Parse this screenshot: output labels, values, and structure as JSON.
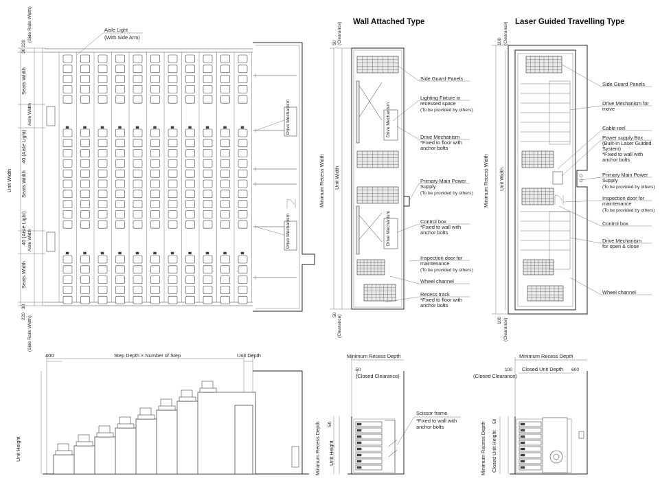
{
  "headers": {
    "wall_attached": "Wall Attached Type",
    "laser_guided": "Laser Guided Travelling Type"
  },
  "plan_left": {
    "aisle_light": "Aisle Light",
    "aisle_light_sub": "(With Side Arm)",
    "side_rails_width_top": "(Side Rails Width)",
    "side_rails_width_bottom": "(Side Rails Width)",
    "dim_top_a": "220",
    "dim_top_b": "30",
    "dim_bot_a": "30",
    "dim_bot_b": "220",
    "seats_width_1": "Seats Width",
    "aisle_width_1": "Aisle Width",
    "aisle_light_dim_1": "40 (Aisle Light)",
    "seats_width_2": "Seats Width",
    "aisle_light_dim_2": "40 (Aisle Light)",
    "aisle_width_2": "Aisle Width",
    "seats_width_3": "Seats Width",
    "unit_width": "Unit Width",
    "drive_mechanism_1": "Drive Mechanism",
    "drive_mechanism_2": "Drive Mechanism"
  },
  "plan_mid": {
    "clearance_top": "(Clearance)",
    "clearance_top_val": "50",
    "clearance_bot": "(Clearance)",
    "clearance_bot_val": "50",
    "min_recess_width": "Minimum Recess Width",
    "unit_width": "Unit Width",
    "drive_label_1": "Drive Mechanism",
    "drive_label_2": "Drive Mechanism",
    "callouts": [
      {
        "lines": [
          "Side Guard Panels"
        ]
      },
      {
        "lines": [
          "Lighting Fixture in",
          "recessed space"
        ],
        "note": "(To be provided by others)"
      },
      {
        "lines": [
          "Drive Mechanism"
        ],
        "note2": [
          "*Fixed to floor with",
          "anchor bolts"
        ]
      },
      {
        "lines": [
          "Primary Main Power",
          "Supply"
        ],
        "note": "(To be provided by others)"
      },
      {
        "lines": [
          "Control box"
        ],
        "note2": [
          "*Fixed to wall with",
          "anchor bolts"
        ]
      },
      {
        "lines": [
          "Inspection door for",
          "maintenance"
        ],
        "note": "(To be provided by others)"
      },
      {
        "lines": [
          "Wheel channel"
        ]
      },
      {
        "lines": [
          "Recess track"
        ],
        "note2": [
          "*Fixed to floor with",
          "anchor bolts"
        ]
      }
    ]
  },
  "plan_right": {
    "clearance_top": "(Clearance)",
    "clearance_top_val": "100",
    "clearance_bot": "(Clearance)",
    "clearance_bot_val": "100",
    "min_recess_width": "Minimum Recess Width",
    "unit_width": "Unit Width",
    "callouts": [
      {
        "lines": [
          "Side Guard Panels"
        ]
      },
      {
        "lines": [
          "Drive Mechanism for",
          "move"
        ]
      },
      {
        "lines": [
          "Cable reel"
        ]
      },
      {
        "lines": [
          "Power supply Box",
          "(Built-in Laser Guided",
          " System)"
        ],
        "note2": [
          "*Fixed to wall with",
          "anchor bolts"
        ]
      },
      {
        "lines": [
          "Primary Main Power",
          "Supply"
        ],
        "note": "(To be provided by others)"
      },
      {
        "lines": [
          "Inspection door for",
          "maintenance"
        ],
        "note": "(To be provided by others)"
      },
      {
        "lines": [
          "Control box"
        ]
      },
      {
        "lines": [
          "Drive Mechanism",
          "for open & close"
        ]
      },
      {
        "lines": [
          "Wheel channel"
        ]
      }
    ]
  },
  "section_left": {
    "dim_400": "400",
    "step_depth": "Step Depth × Number of Step",
    "unit_depth": "Unit Depth",
    "unit_height": "Unit Height",
    "steps": 8
  },
  "section_mid": {
    "min_recess_depth_top": "Minimum Recess Depth",
    "closed_clearance_val": "50",
    "closed_clearance": "(Closed Clearance)",
    "scissor_frame": "Scissor frame",
    "scissor_note": [
      "*Fixed to wall with",
      "anchor bolts"
    ],
    "dim_50": "50",
    "min_recess_depth_side": "Minimum Recess Depth",
    "unit_height": "Unit Height"
  },
  "section_right": {
    "min_recess_depth_top": "Minimum Recess Depth",
    "dim_100": "100",
    "closed_clearance": "(Closed Clearance)",
    "closed_unit_depth": "Closed Unit Depth",
    "dim_600": "600",
    "min_recess_depth_side": "Minimum Recess Depth",
    "closed_unit_height": "Closed Unit Height",
    "dim_50": "50"
  }
}
